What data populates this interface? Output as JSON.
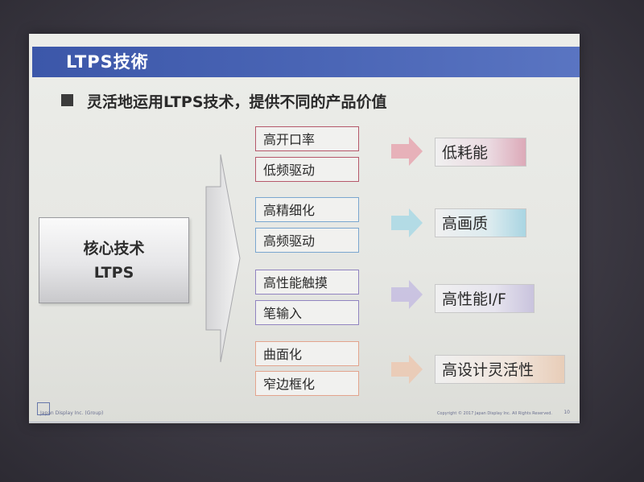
{
  "slide": {
    "title": "LTPS技術",
    "bullet": "灵活地运用LTPS技术，提供不同的产品价值",
    "core": {
      "line1": "核心技术",
      "line2": "LTPS"
    },
    "groups": [
      {
        "features": [
          "高开口率",
          "低频驱动"
        ],
        "result": "低耗能",
        "border_color": "#b5586a",
        "arrow_color": "#e6a7b0"
      },
      {
        "features": [
          "高精细化",
          "高频驱动"
        ],
        "result": "高画质",
        "border_color": "#7aa6cf",
        "arrow_color": "#a9d8e5"
      },
      {
        "features": [
          "高性能触摸",
          "笔输入"
        ],
        "result": "高性能I/F",
        "border_color": "#9184c0",
        "arrow_color": "#c6bde0"
      },
      {
        "features": [
          "曲面化",
          "窄边框化"
        ],
        "result": "高设计灵活性",
        "border_color": "#e3a48d",
        "arrow_color": "#ecc8b2"
      }
    ],
    "footer": {
      "company": "Japan Display Inc. (Group)",
      "copyright": "Copyright © 2017 Japan Display Inc. All Rights Reserved.",
      "page": "10"
    }
  }
}
